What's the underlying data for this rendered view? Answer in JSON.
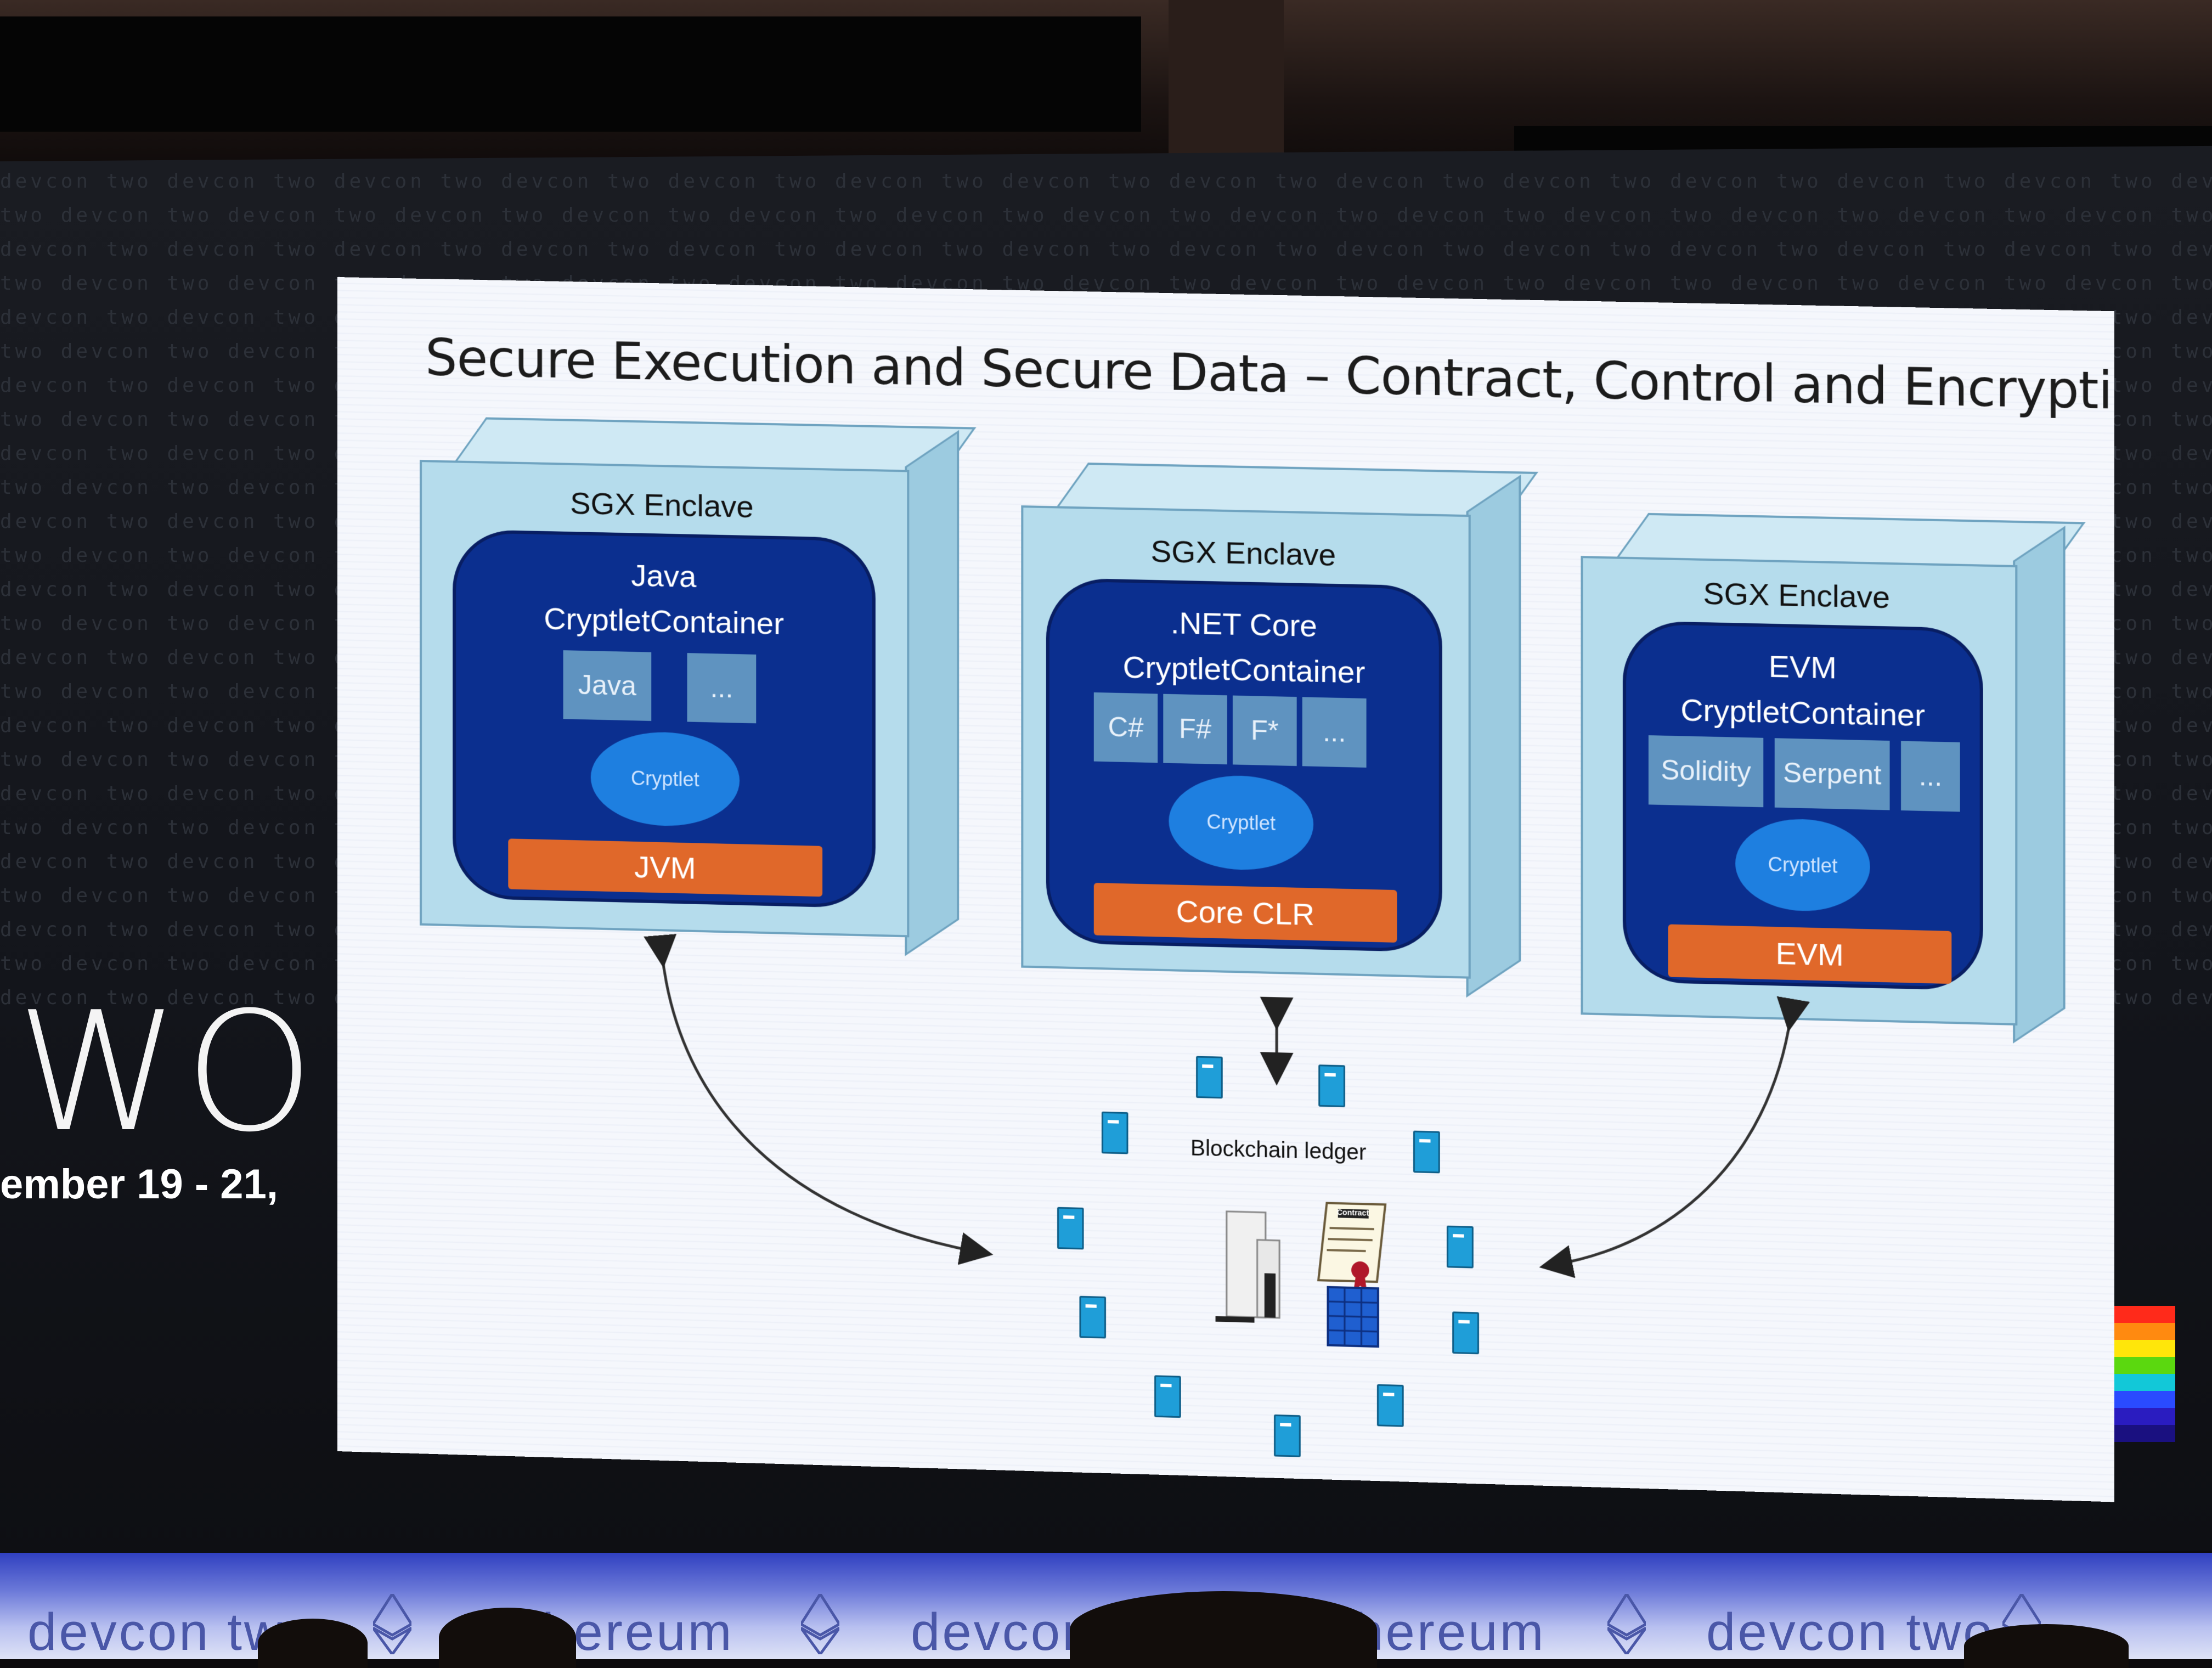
{
  "slide": {
    "title": "Secure Execution and Secure Data – Contract, Control and Encryption Services",
    "enclaves": [
      {
        "label": "SGX Enclave",
        "container_title_1": "Java",
        "container_title_2": "CryptletContainer",
        "languages": [
          "Java",
          "..."
        ],
        "cryptlet": "Cryptlet",
        "runtime": "JVM"
      },
      {
        "label": "SGX Enclave",
        "container_title_1": ".NET Core",
        "container_title_2": "CryptletContainer",
        "languages": [
          "C#",
          "F#",
          "F*",
          "..."
        ],
        "cryptlet": "Cryptlet",
        "runtime": "Core CLR"
      },
      {
        "label": "SGX Enclave",
        "container_title_1": "EVM",
        "container_title_2": "CryptletContainer",
        "languages": [
          "Solidity",
          "Serpent",
          "..."
        ],
        "cryptlet": "Cryptlet",
        "runtime": "EVM"
      }
    ],
    "ledger_label": "Blockchain ledger",
    "contract_label": "Contract"
  },
  "stage": {
    "big_word": "WO",
    "date": "ember 19 - 21,",
    "banner": [
      "devcon two",
      "ethereum",
      "devcon two",
      "ethereum",
      "devcon two"
    ]
  },
  "colors": {
    "container": "#0b2f8f",
    "runtime": "#e0682a",
    "enclave": "#b5dcec",
    "cryptlet": "#1e7fe0"
  }
}
